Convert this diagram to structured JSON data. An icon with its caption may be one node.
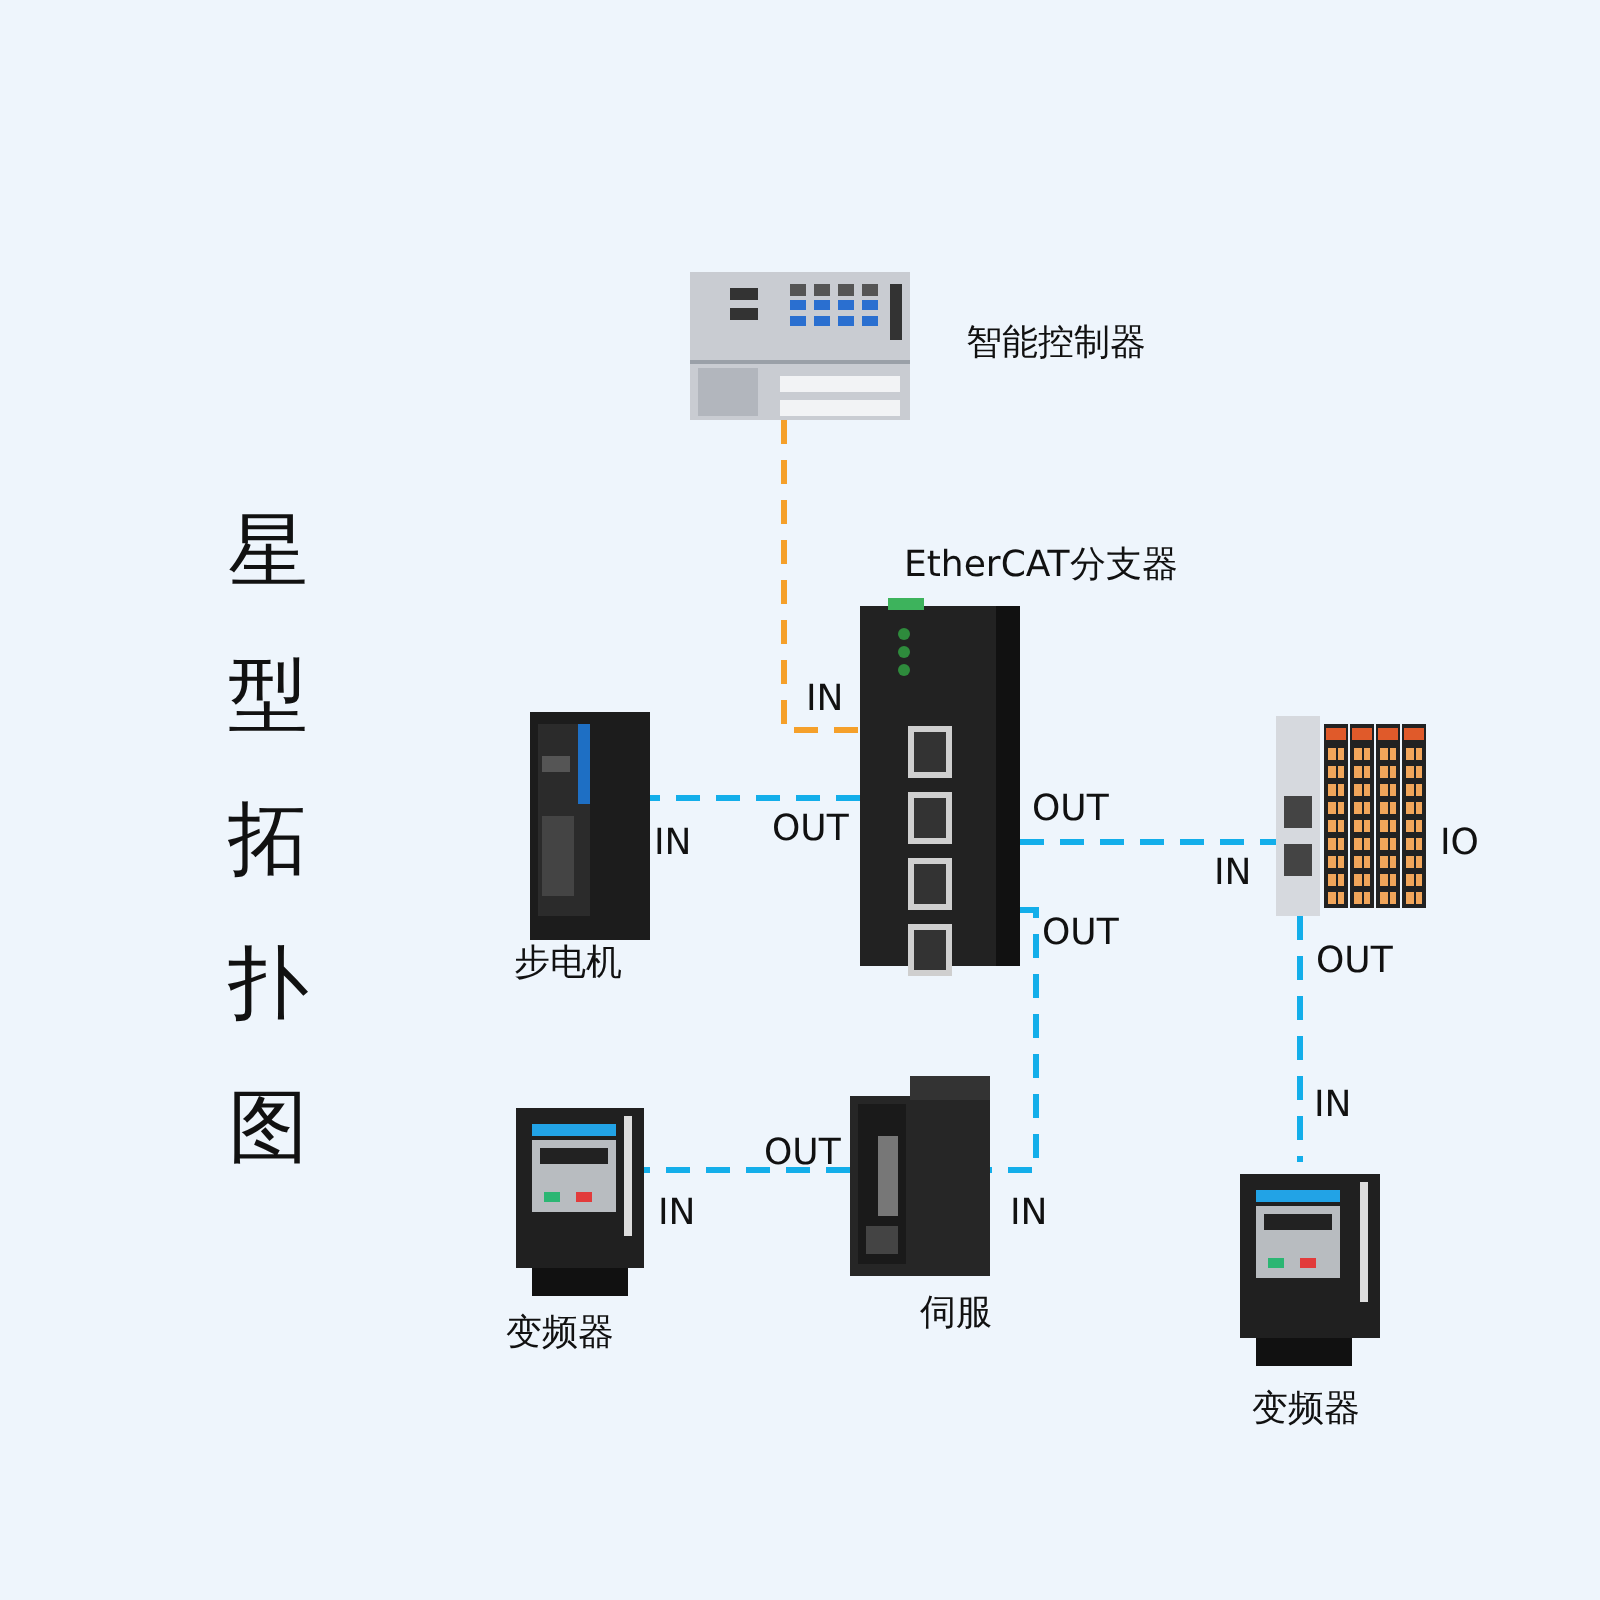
{
  "diagram": {
    "title": "星型拓扑图",
    "nodes": [
      {
        "text": [
          "智能控制器"
        ]
      },
      {
        "text": [
          "EtherCAT分支器"
        ]
      },
      {
        "text": [
          "步电机"
        ]
      },
      {
        "text": [
          "IO"
        ]
      },
      {
        "text": [
          "伺服"
        ]
      },
      {
        "text": [
          "变频器"
        ]
      },
      {
        "text": [
          "变频器"
        ]
      }
    ],
    "edges": [
      {
        "from": 0,
        "to": 1,
        "arrow": "none",
        "style": "dashed",
        "color": "#f5a02a"
      },
      {
        "from": 1,
        "to": 2,
        "arrow": "none",
        "style": "dashed"
      },
      {
        "from": 1,
        "to": 3,
        "arrow": "none",
        "style": "dashed"
      },
      {
        "from": 1,
        "to": 4,
        "arrow": "none",
        "style": "dashed"
      },
      {
        "from": 4,
        "to": 5,
        "arrow": "none",
        "style": "dashed"
      },
      {
        "from": 3,
        "to": 6,
        "arrow": "none",
        "style": "dashed"
      }
    ],
    "labels": [
      "IN",
      "OUT",
      "OUT",
      "IN",
      "IN",
      "OUT",
      "OUT",
      "IN",
      "OUT",
      "IN",
      "IN"
    ]
  }
}
